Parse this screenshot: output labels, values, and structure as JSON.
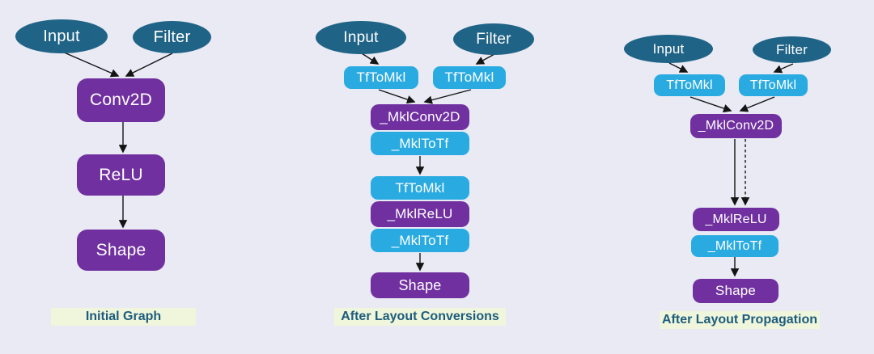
{
  "colors": {
    "background": "#E9EAF4",
    "ellipse": "#1F6386",
    "purple": "#7030A0",
    "cyan": "#29ABE2",
    "caption_bg": "#F0F6DB",
    "caption_text": "#1D5C7E",
    "node_text": "#FFFFFF",
    "arrow": "#141414"
  },
  "panels": [
    {
      "caption": "Initial Graph",
      "nodes": {
        "input": "Input",
        "filter": "Filter",
        "conv2d": "Conv2D",
        "relu": "ReLU",
        "shape": "Shape"
      }
    },
    {
      "caption": "After Layout Conversions",
      "nodes": {
        "input": "Input",
        "filter": "Filter",
        "tftomkl_left": "TfToMkl",
        "tftomkl_right": "TfToMkl",
        "mklconv2d": "_MklConv2D",
        "mkltotf_1": "_MklToTf",
        "tftomkl_mid": "TfToMkl",
        "mklrelu": "_MklReLU",
        "mkltotf_2": "_MklToTf",
        "shape": "Shape"
      }
    },
    {
      "caption": "After Layout Propagation",
      "nodes": {
        "input": "Input",
        "filter": "Filter",
        "tftomkl_left": "TfToMkl",
        "tftomkl_right": "TfToMkl",
        "mklconv2d": "_MklConv2D",
        "mklrelu": "_MklReLU",
        "mkltotf": "_MklToTf",
        "shape": "Shape"
      }
    }
  ]
}
